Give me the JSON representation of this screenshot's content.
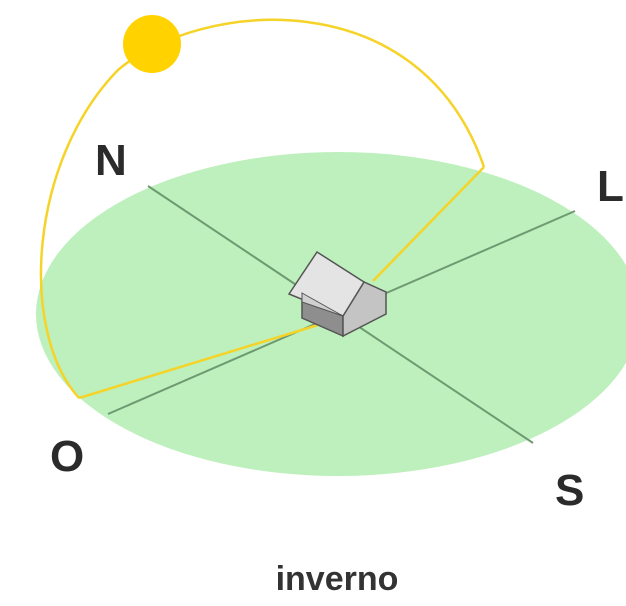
{
  "compass": {
    "north": "N",
    "east": "L",
    "south": "S",
    "west": "O"
  },
  "caption": "inverno",
  "colors": {
    "ground": "#bdf0bc",
    "axis": "#6e9a72",
    "sun": "#ffd200",
    "sun_path": "#f5d328",
    "house_roof": "#e4e4e4",
    "house_wall": "#c4c4c4",
    "house_dark": "#8e8e8e"
  }
}
